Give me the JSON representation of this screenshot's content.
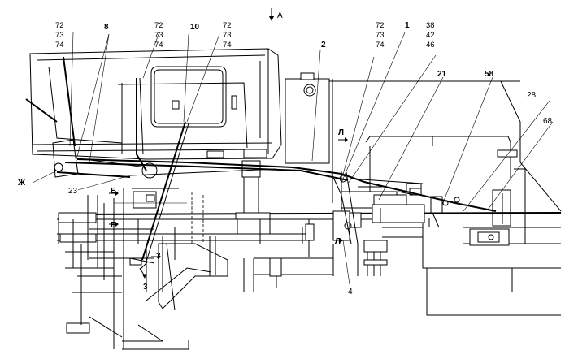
{
  "callouts": {
    "view_a": "А",
    "c72a": "72",
    "c73a": "73",
    "c74a": "74",
    "c8": "8",
    "c72b": "72",
    "c73b": "73",
    "c74b": "74",
    "c10": "10",
    "c72c": "72",
    "c73c": "73",
    "c74c": "74",
    "c2": "2",
    "c72d": "72",
    "c73d": "73",
    "c74d": "74",
    "c1": "1",
    "c38": "38",
    "c42": "42",
    "c46": "46",
    "c21": "21",
    "c58": "58",
    "c28": "28",
    "c68": "68",
    "c23": "23",
    "c4": "4",
    "c3a": "3",
    "c3b": "3"
  },
  "section_marks": {
    "zh": "Ж",
    "e1": "Е",
    "e2": "Е",
    "l1": "Л",
    "l2": "Л"
  }
}
